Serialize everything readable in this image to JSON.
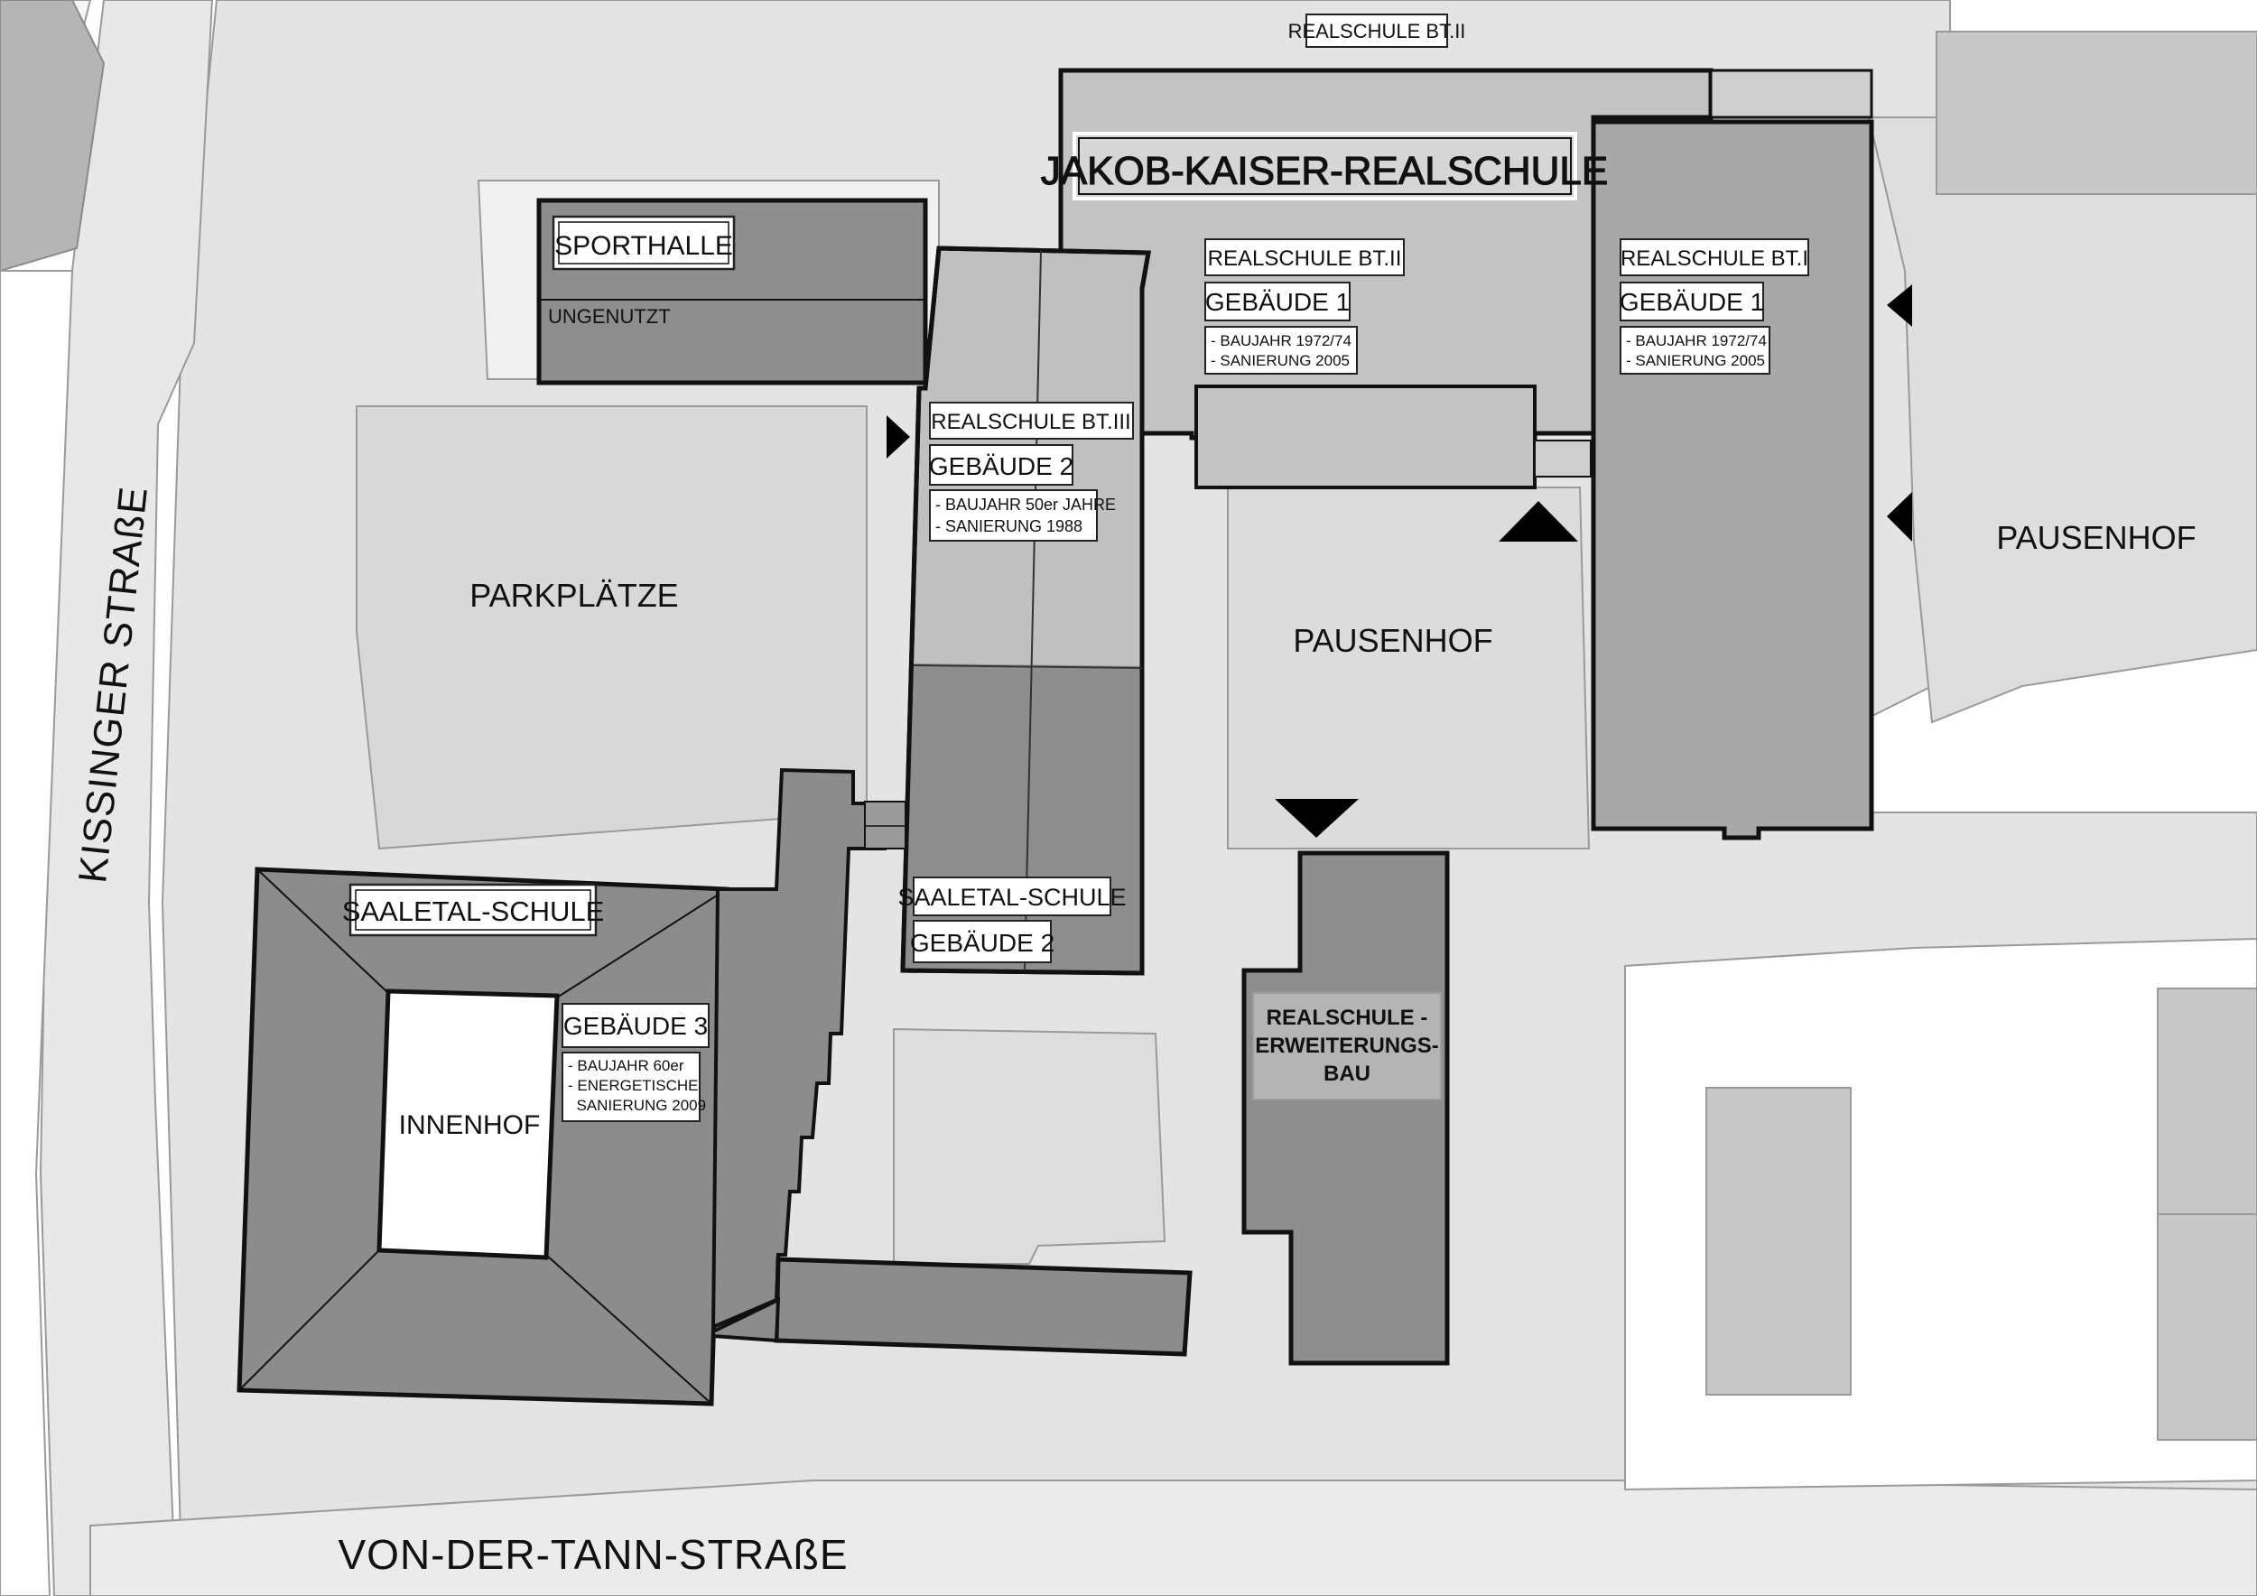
{
  "streets": {
    "kissinger": "KISSINGER STRAßE",
    "von_der_tann": "VON-DER-TANN-STRAßE"
  },
  "areas": {
    "parkplaetze": "PARKPLÄTZE",
    "pausenhof_center": "PAUSENHOF",
    "pausenhof_right": "PAUSENHOF",
    "innenhof": "INNENHOF"
  },
  "top_sign": "REALSCHULE  BT.II",
  "school_title": "JAKOB-KAISER-REALSCHULE",
  "sporthalle": {
    "title": "SPORTHALLE",
    "status": "UNGENUTZT"
  },
  "bt2_panel": {
    "label": "REALSCHULE  BT.II",
    "building": "GEBÄUDE 1",
    "details": [
      "- BAUJAHR 1972/74",
      "- SANIERUNG 2005"
    ]
  },
  "bt1_panel": {
    "label": "REALSCHULE  BT.I",
    "building": "GEBÄUDE 1",
    "details": [
      "- BAUJAHR 1972/74",
      "- SANIERUNG 2005"
    ]
  },
  "bt3_panel": {
    "label": "REALSCHULE  BT.III",
    "building": "GEBÄUDE 2",
    "details": [
      "- BAUJAHR 50er JAHRE",
      "- SANIERUNG 1988"
    ]
  },
  "saaletal_g2": {
    "label": "SAALETAL-SCHULE",
    "building": "GEBÄUDE 2"
  },
  "saaletal_g3": {
    "label": "SAALETAL-SCHULE",
    "building": "GEBÄUDE 3",
    "details": [
      "- BAUJAHR 60er",
      "- ENERGETISCHE",
      "  SANIERUNG 2009"
    ]
  },
  "erweiterungsbau": {
    "lines": [
      "REALSCHULE -",
      "ERWEITERUNGS-",
      "BAU"
    ]
  },
  "colors": {
    "paper": "#ffffff",
    "street": "#e6e6e6",
    "ground": "#d9d9d9",
    "building_light": "#bdbdbd",
    "building_mid": "#a3a3a3",
    "building_dark": "#878787",
    "outline": "#111111",
    "entrance_marker": "#000000"
  },
  "icons": [
    "entrance-triangle-icon"
  ]
}
